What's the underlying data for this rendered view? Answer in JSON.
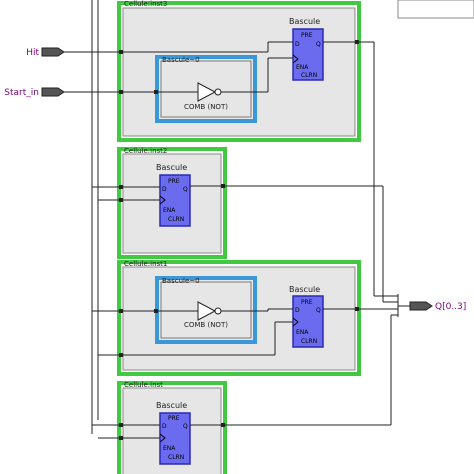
{
  "diagram": {
    "inputs": {
      "hit": "Hit",
      "start_in": "Start_in"
    },
    "output": {
      "q": "Q[0..3]"
    },
    "cells": [
      {
        "title": "Cellule:inst3",
        "has_inverter": true
      },
      {
        "title": "Cellule:inst2",
        "has_inverter": false
      },
      {
        "title": "Cellule:inst1",
        "has_inverter": true
      },
      {
        "title": "Cellule:inst",
        "has_inverter": false
      }
    ],
    "inner_block_title": "Bascule~0",
    "inverter_label": "COMB (NOT)",
    "flipflop": {
      "title": "Bascule",
      "pre": "PRE",
      "d": "D",
      "q": "Q",
      "ena": "ENA",
      "clrn": "CLRN"
    },
    "colors": {
      "cell_border": "#41c941",
      "cell_fill": "#e6e6e6",
      "inner_border": "#3a98d8",
      "flipflop_fill": "#6b6bf0",
      "flipflop_border": "#2a2ab0",
      "pin_fill": "#555555",
      "label_text": "#7a007a"
    }
  }
}
